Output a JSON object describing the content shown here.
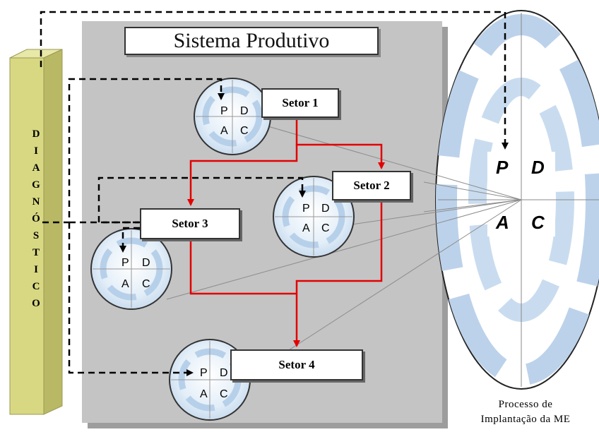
{
  "diagram": {
    "main_title": "Sistema Produtivo",
    "side_bar_letters": [
      "D",
      "I",
      "A",
      "G",
      "N",
      "Ó",
      "S",
      "T",
      "I",
      "C",
      "O"
    ],
    "sectors": [
      {
        "label": "Setor 1",
        "cycle": {
          "p": "P",
          "d": "D",
          "a": "A",
          "c": "C"
        }
      },
      {
        "label": "Setor 2",
        "cycle": {
          "p": "P",
          "d": "D",
          "a": "A",
          "c": "C"
        }
      },
      {
        "label": "Setor 3",
        "cycle": {
          "p": "P",
          "d": "D",
          "a": "A",
          "c": "C"
        }
      },
      {
        "label": "Setor 4",
        "cycle": {
          "p": "P",
          "d": "D",
          "a": "A",
          "c": "C"
        }
      }
    ],
    "me_cycle": {
      "p": "P",
      "d": "D",
      "a": "A",
      "c": "C"
    },
    "me_caption_line1": "Processo de",
    "me_caption_line2": "Implantação da ME"
  },
  "colors": {
    "diagnostico_bar_front": "#d8d883",
    "diagnostico_bar_side": "#b9b865",
    "diagnostico_bar_top": "#e8e8a8",
    "system_panel": "#c4c4c4",
    "system_panel_shadow": "#9d9d9d",
    "flow_arrow": "#e30000",
    "feedback_arrow": "#000000",
    "cycle_fill": "#dce9f5",
    "cycle_swirl": "#b7d0ea",
    "projection_line": "#8c8c8c"
  }
}
